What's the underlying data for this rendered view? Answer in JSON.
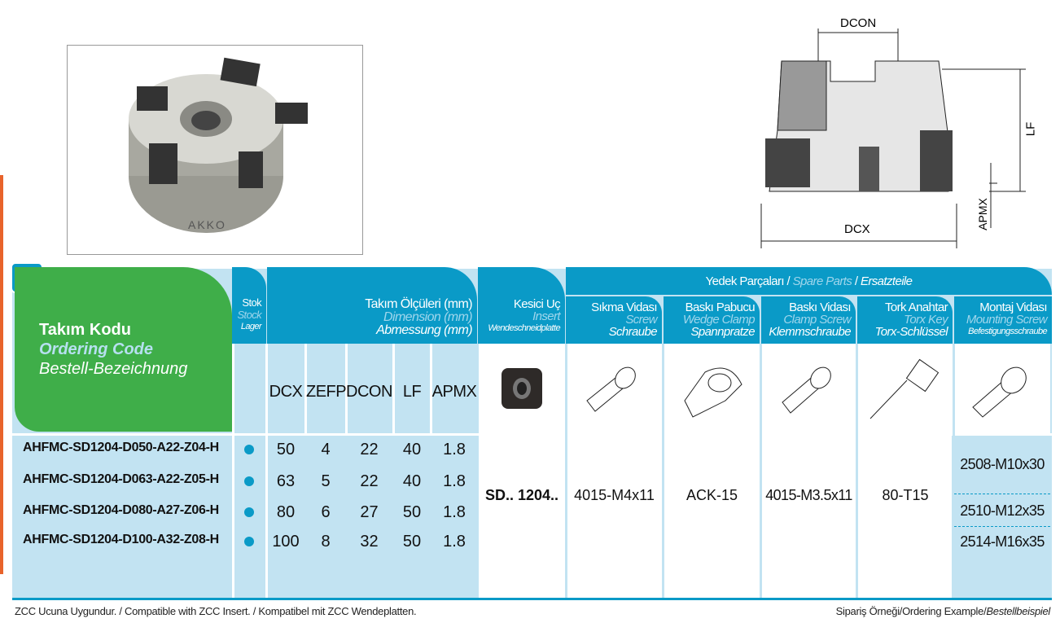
{
  "diagram": {
    "dcon": "DCON",
    "lf": "LF",
    "apmx": "APMX",
    "dcx": "DCX"
  },
  "photo": {
    "logo": "AKKO"
  },
  "header": {
    "code": {
      "tr": "Takım Kodu",
      "en": "Ordering Code",
      "de": "Bestell-Bezeichnung"
    },
    "stock": {
      "tr": "Stok",
      "en": "Stock",
      "de": "Lager"
    },
    "dimensions": {
      "tr": "Takım Ölçüleri (mm)",
      "en": "Dimension (mm)",
      "de": "Abmessung (mm)"
    },
    "insert": {
      "tr": "Kesici Uç",
      "en": "Insert",
      "de": "Wendeschneidplatte"
    },
    "spare": {
      "tr": "Yedek Parçaları",
      "sep": " / ",
      "en": "Spare Parts",
      "de": "Ersatzteile"
    },
    "parts": [
      {
        "tr": "Sıkma Vidası",
        "en": "Screw",
        "de": "Schraube"
      },
      {
        "tr": "Baskı Pabucu",
        "en": "Wedge Clamp",
        "de": "Spannpratze"
      },
      {
        "tr": "Baskı Vidası",
        "en": "Clamp Screw",
        "de": "Klemmschraube"
      },
      {
        "tr": "Tork Anahtar",
        "en": "Torx Key",
        "de": "Torx-Schlüssel"
      },
      {
        "tr": "Montaj Vidası",
        "en": "Mounting Screw",
        "de": "Befestigungsschraube"
      }
    ],
    "dim_cols": [
      "DCX",
      "ZEFP",
      "DCON",
      "LF",
      "APMX"
    ]
  },
  "rows": [
    {
      "code": "AHFMC-SD1204-D050-A22-Z04-H",
      "dcx": "50",
      "zefp": "4",
      "dcon": "22",
      "lf": "40",
      "apmx": "1.8"
    },
    {
      "code": "AHFMC-SD1204-D063-A22-Z05-H",
      "dcx": "63",
      "zefp": "5",
      "dcon": "22",
      "lf": "40",
      "apmx": "1.8"
    },
    {
      "code": "AHFMC-SD1204-D080-A27-Z06-H",
      "dcx": "80",
      "zefp": "6",
      "dcon": "27",
      "lf": "50",
      "apmx": "1.8"
    },
    {
      "code": "AHFMC-SD1204-D100-A32-Z08-H",
      "dcx": "100",
      "zefp": "8",
      "dcon": "32",
      "lf": "50",
      "apmx": "1.8"
    }
  ],
  "shared": {
    "insert": "SD.. 1204..",
    "screw": "4015-M4x11",
    "clamp": "ACK-15",
    "clamp_screw": "4015-M3.5x11",
    "key": "80-T15"
  },
  "mounting": [
    "2508-M10x30",
    "2510-M12x35",
    "2514-M16x35"
  ],
  "footer": {
    "left": "ZCC Ucuna Uygundur. / Compatible with ZCC Insert. / Kompatibel mit ZCC Wendeplatten.",
    "right_plain": "Sipariş Örneği/Ordering Example/",
    "right_italic": "Bestellbeispiel"
  },
  "colors": {
    "blue": "#0a9ac7",
    "green": "#3fae49",
    "light": "#c2e3f2",
    "orange": "#e8632b"
  }
}
